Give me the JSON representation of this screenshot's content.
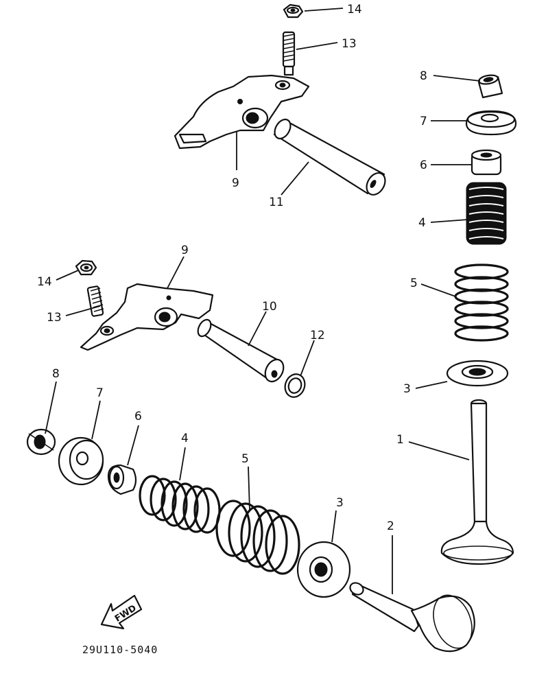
{
  "callouts": {
    "c1": "1",
    "c2": "2",
    "c3_upper": "3",
    "c3_lower": "3",
    "c4_upper": "4",
    "c4_lower": "4",
    "c5_upper": "5",
    "c5_lower": "5",
    "c6_upper": "6",
    "c6_lower": "6",
    "c7_upper": "7",
    "c7_lower": "7",
    "c8_upper": "8",
    "c8_lower": "8",
    "c9_upper": "9",
    "c9_lower": "9",
    "c10": "10",
    "c11": "11",
    "c12": "12",
    "c13_upper": "13",
    "c13_lower": "13",
    "c14_upper": "14",
    "c14_lower": "14"
  },
  "fwd_label": "FWD",
  "diagram_code": "29U110-5040"
}
